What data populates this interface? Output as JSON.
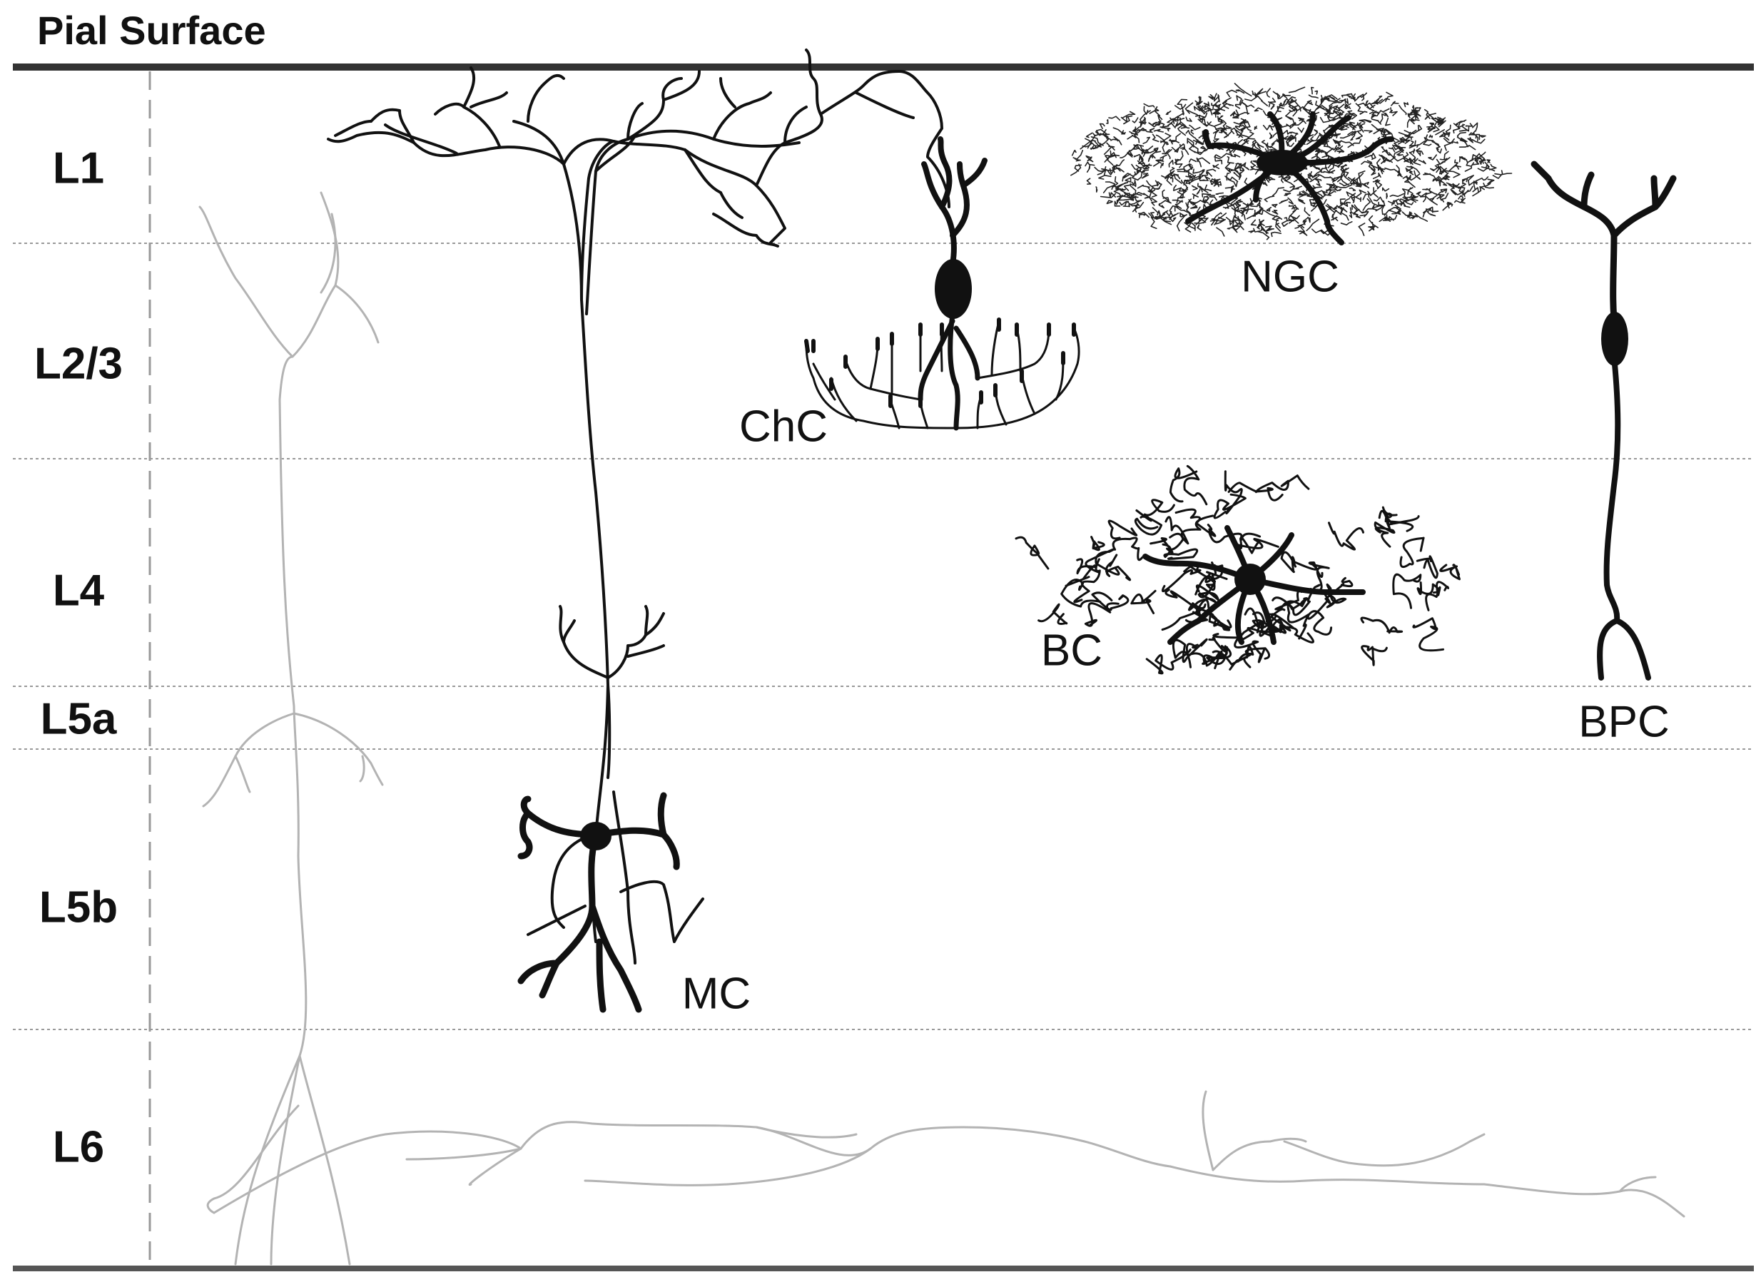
{
  "header": {
    "pial_surface": "Pial Surface"
  },
  "layers": [
    {
      "id": "l1",
      "label": "L1"
    },
    {
      "id": "l23",
      "label": "L2/3"
    },
    {
      "id": "l4",
      "label": "L4"
    },
    {
      "id": "l5a",
      "label": "L5a"
    },
    {
      "id": "l5b",
      "label": "L5b"
    },
    {
      "id": "l6",
      "label": "L6"
    }
  ],
  "cells": {
    "chc": "ChC",
    "ngc": "NGC",
    "bc": "BC",
    "bpc": "BPC",
    "mc": "MC"
  },
  "colors": {
    "ink": "#111111",
    "faint_neuron": "#b3b3b3",
    "divider": "#999999",
    "border": "#333333"
  }
}
